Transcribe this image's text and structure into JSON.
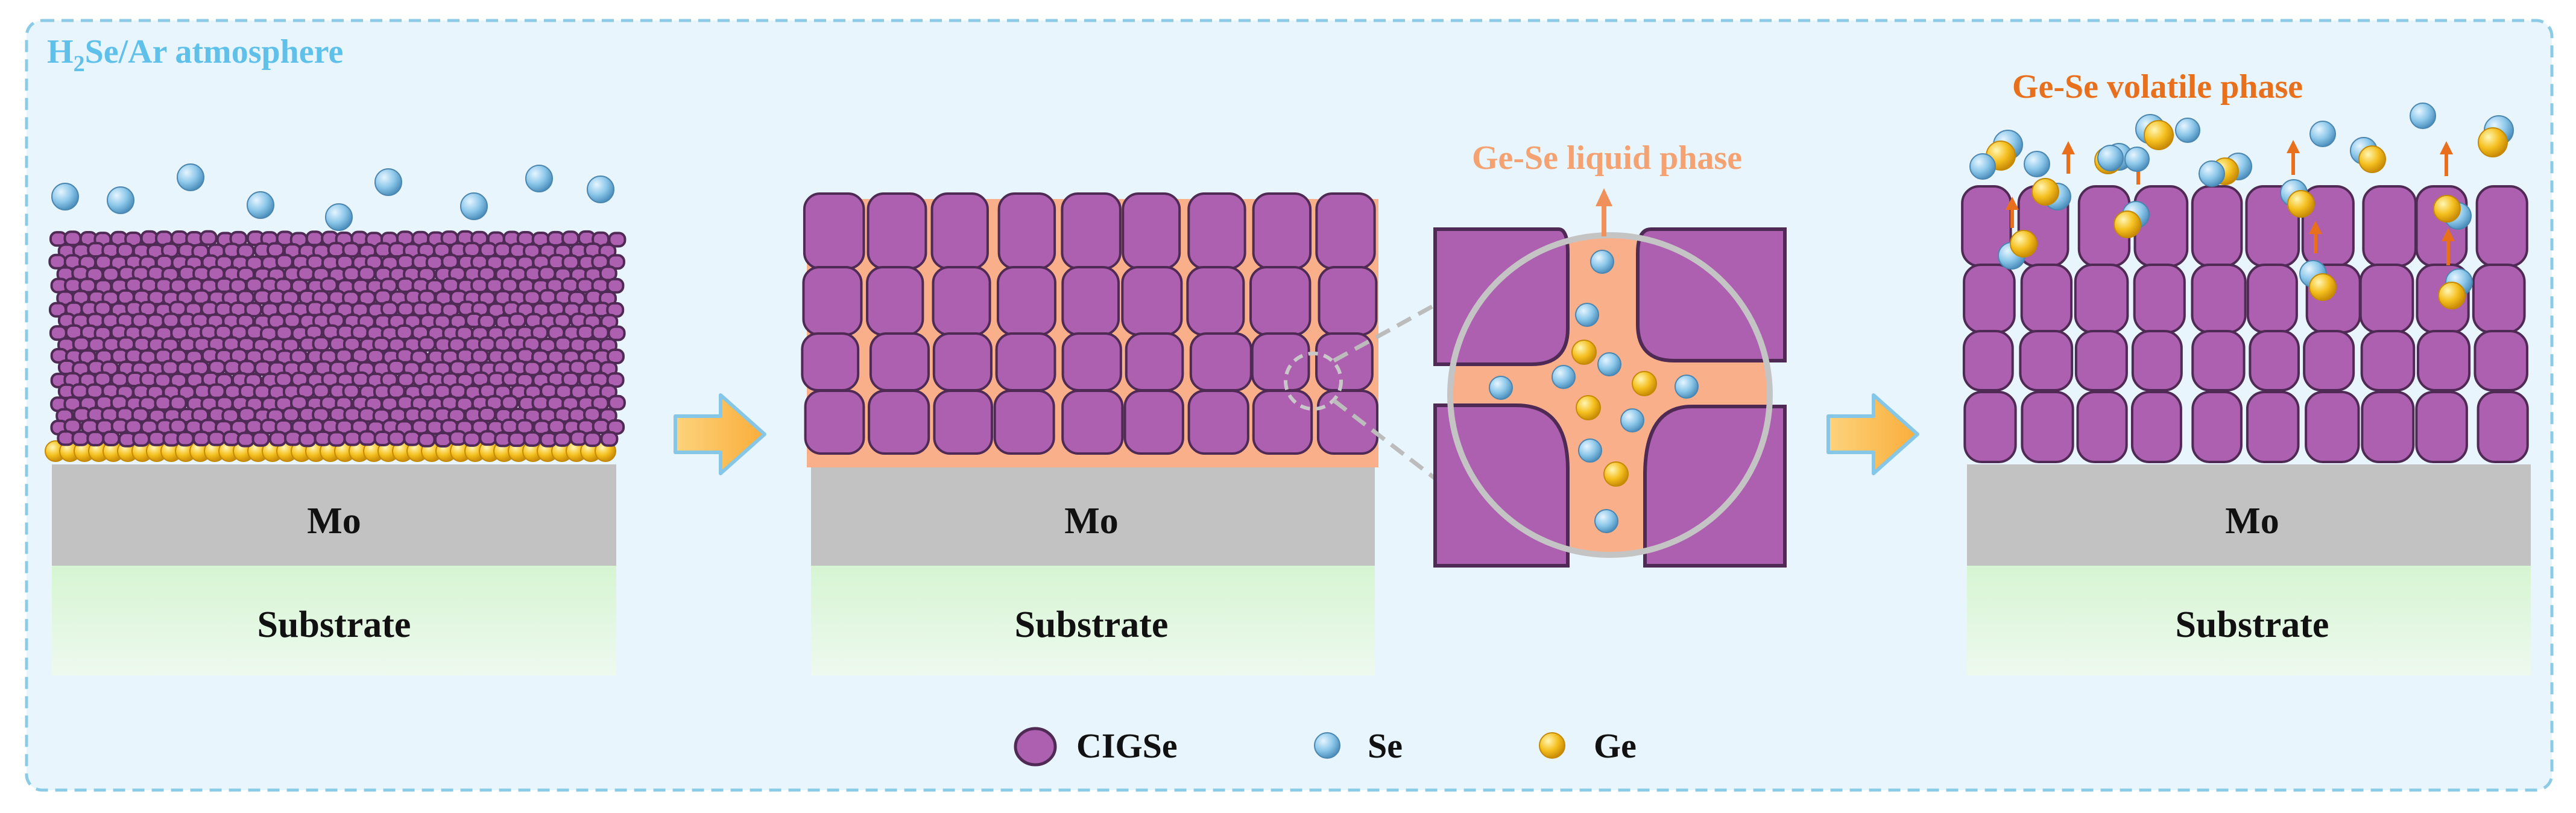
{
  "atmosphere_label": "H2Se/Ar atmosphere",
  "atmosphere_formula": {
    "prefix": "H",
    "subscript": "2",
    "suffix": "Se/Ar atmosphere"
  },
  "panels": [
    {
      "layer_mo": "Mo",
      "layer_substrate": "Substrate"
    },
    {
      "layer_mo": "Mo",
      "layer_substrate": "Substrate"
    },
    {
      "layer_mo": "Mo",
      "layer_substrate": "Substrate"
    }
  ],
  "liquid_phase_label": "Ge-Se liquid phase",
  "volatile_phase_label": "Ge-Se volatile phase",
  "legend": [
    {
      "label": "CIGSe",
      "icon": "cigse-grain-icon"
    },
    {
      "label": "Se",
      "icon": "se-atom-icon"
    },
    {
      "label": "Ge",
      "icon": "ge-atom-icon"
    }
  ],
  "colors": {
    "background": "#e8f5fd",
    "frame": "#8ccbe6",
    "atmosphere_text": "#5fc0ea",
    "cigse_fill": "#ad5fb0",
    "cigse_stroke": "#5d2f63",
    "se_atom": "#8dc8ea",
    "ge_atom": "#f5c020",
    "mo_layer": "#c2c2c2",
    "substrate_top": "#d6f5d2",
    "liquid_phase": "#f9b08a",
    "liquid_label": "#f4a271",
    "volatile_label": "#e8701c",
    "arrow_fill": "#fcc25c",
    "arrow_stroke": "#86c6e6"
  }
}
